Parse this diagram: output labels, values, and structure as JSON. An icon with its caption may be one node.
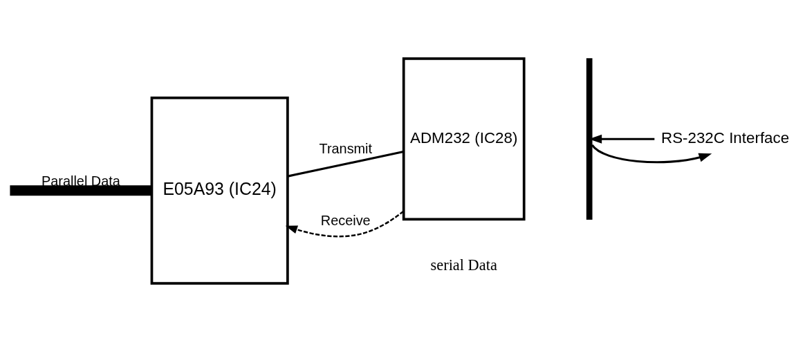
{
  "diagram": {
    "nodes": [
      {
        "text": [
          "E05A93 (IC24)"
        ]
      },
      {
        "text": [
          "ADM232 (IC28)"
        ]
      },
      {
        "text": [],
        "shape": "bar"
      },
      {
        "text": [
          "RS-232C Interface"
        ]
      }
    ],
    "edges": [
      {
        "from": null,
        "to": 0,
        "arrow": "none",
        "label": "Parallel Data",
        "style": "thick"
      },
      {
        "from": 0,
        "to": 1,
        "arrow": "none",
        "label": "Transmit"
      },
      {
        "from": 1,
        "to": 0,
        "arrow": "to",
        "label": "Receive",
        "style": "dashed"
      },
      {
        "from": 2,
        "to": 3,
        "arrow": "to"
      },
      {
        "from": 3,
        "to": 2,
        "arrow": "to"
      }
    ],
    "labels": [
      "serial Data"
    ]
  }
}
